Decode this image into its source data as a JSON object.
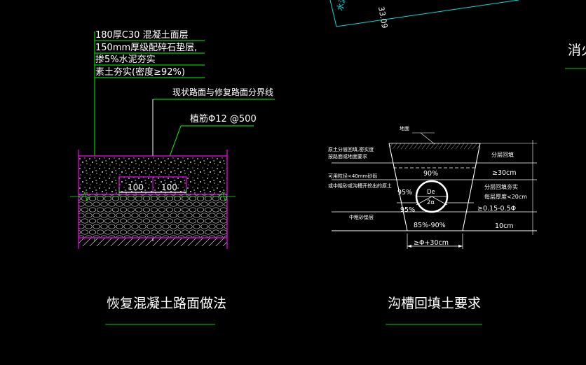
{
  "colors": {
    "background": "#000000",
    "text": "#ffffff",
    "leader": "#00ff00",
    "boundary": "#ff00ff",
    "pattern": "#cfcfcf",
    "title_underline": "#00d000",
    "stamp": "#00e0e0"
  },
  "stamp": {
    "label": "水泥",
    "number": "33.09"
  },
  "partial_title": "消火",
  "pavement": {
    "title": "恢复混凝土路面做法",
    "notes": [
      "180厚C30 混凝土面层",
      "150mm厚级配碎石垫层,",
      "掺5%水泥夯实",
      "素土夯实(密度≥92%)"
    ],
    "boundary_label": "现状路面与修复路面分界线",
    "rebar_label": "植筋Φ12 @500",
    "dim_left": "100",
    "dim_right": "100"
  },
  "trench": {
    "title": "沟槽回填土要求",
    "ground_label": "地面",
    "left_labels": [
      "原土分层回填,密实度",
      "按路面或地面要求",
      "可用粒径<40mm砂砾",
      "或中粗砂或沟槽开挖出的原土",
      "中粗砂垫层"
    ],
    "compaction": [
      "90%",
      "95%",
      "95%",
      "85%-90%"
    ],
    "pipe_labels": [
      "De",
      "2α"
    ],
    "right_labels": [
      "分层回填",
      "≥30cm",
      "分层回填夯实",
      "每层厚度<20cm",
      "≥0.15-0.5Φ",
      "10cm"
    ],
    "bottom_dim": "≥Φ+30cm"
  }
}
